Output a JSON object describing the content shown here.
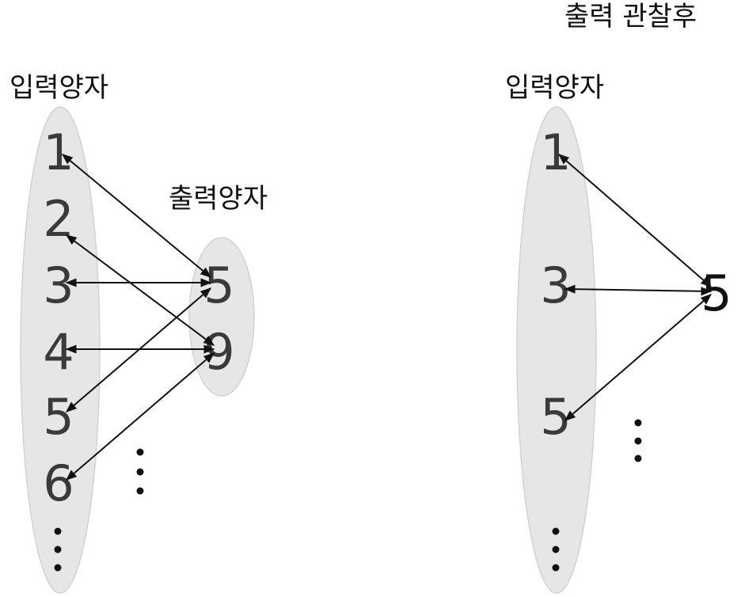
{
  "left": {
    "input_label": "입력양자",
    "output_label": "출력양자",
    "inputs": [
      "1",
      "2",
      "3",
      "4",
      "5",
      "6"
    ],
    "outputs": [
      "5",
      "9"
    ],
    "mappings": [
      {
        "from": "1",
        "to": "5"
      },
      {
        "from": "2",
        "to": "9"
      },
      {
        "from": "3",
        "to": "5"
      },
      {
        "from": "4",
        "to": "9"
      },
      {
        "from": "5",
        "to": "5"
      },
      {
        "from": "6",
        "to": "9"
      }
    ]
  },
  "right": {
    "title": "출력 관찰후",
    "input_label": "입력양자",
    "inputs": [
      "1",
      "3",
      "5"
    ],
    "output": "5",
    "mappings": [
      {
        "from": "1",
        "to": "5"
      },
      {
        "from": "3",
        "to": "5"
      },
      {
        "from": "5",
        "to": "5"
      }
    ]
  },
  "colors": {
    "set_fill": "#e6e6e6",
    "number_text": "#3a3a3a",
    "arrow": "#111111"
  }
}
